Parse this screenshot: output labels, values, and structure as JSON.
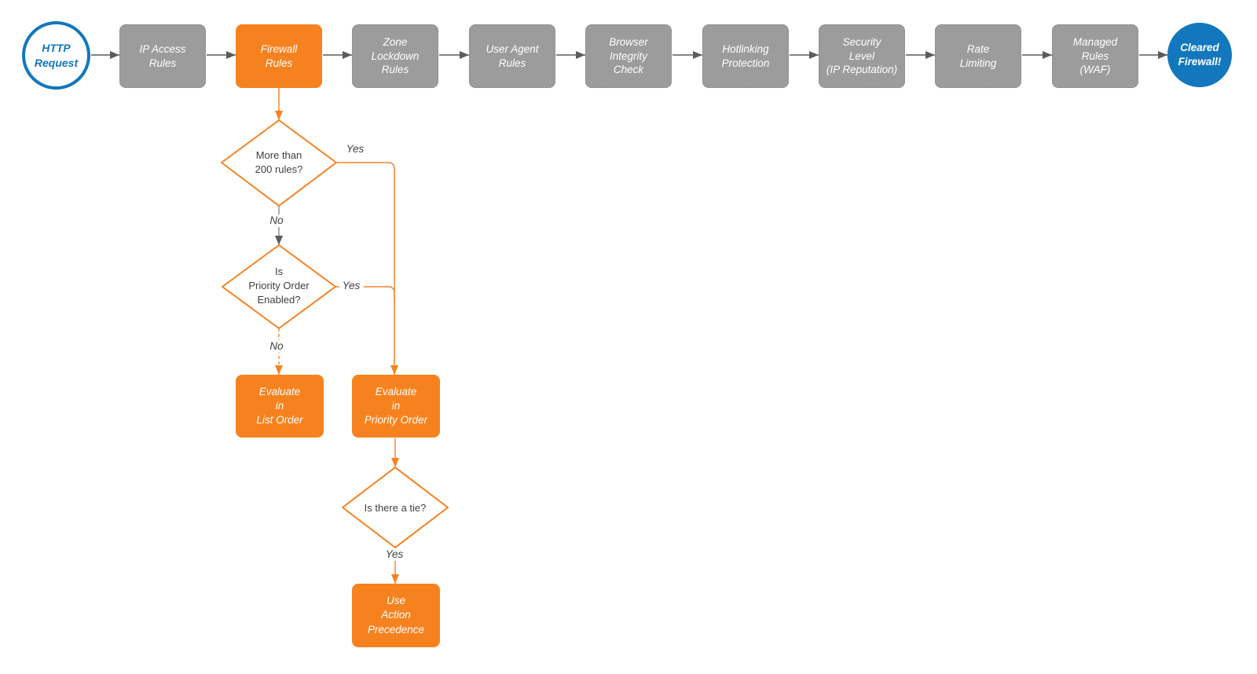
{
  "colors": {
    "orange": "#F6821F",
    "orange-line": "#F58233",
    "gray-node": "#9C9C9C",
    "blue": "#1277BD",
    "edge-gray": "#5B5B5B",
    "text-dark": "#3F3F3F"
  },
  "pipeline": {
    "start_label": "HTTP\nRequest",
    "end_label": "Cleared\nFirewall!",
    "stages": [
      {
        "label": "IP Access\nRules",
        "variant": "gray"
      },
      {
        "label": "Firewall\nRules",
        "variant": "orange"
      },
      {
        "label": "Zone\nLockdown\nRules",
        "variant": "gray"
      },
      {
        "label": "User Agent\nRules",
        "variant": "gray"
      },
      {
        "label": "Browser\nIntegrity\nCheck",
        "variant": "gray"
      },
      {
        "label": "Hotlinking\nProtection",
        "variant": "gray"
      },
      {
        "label": "Security\nLevel\n(IP Reputation)",
        "variant": "gray"
      },
      {
        "label": "Rate\nLimiting",
        "variant": "gray"
      },
      {
        "label": "Managed\nRules\n(WAF)",
        "variant": "gray"
      }
    ]
  },
  "decisions": {
    "more_than_200": "More than\n200 rules?",
    "priority_enabled": "Is\nPriority Order\nEnabled?",
    "is_there_tie": "Is there a tie?"
  },
  "actions": {
    "list_order": "Evaluate\nin\nList Order",
    "priority_order": "Evaluate\nin\nPriority Order",
    "action_precedence": "Use\nAction\nPrecedence"
  },
  "edge_labels": {
    "d1_yes": "Yes",
    "d1_no": "No",
    "d2_yes": "Yes",
    "d2_no": "No",
    "d3_yes": "Yes"
  }
}
